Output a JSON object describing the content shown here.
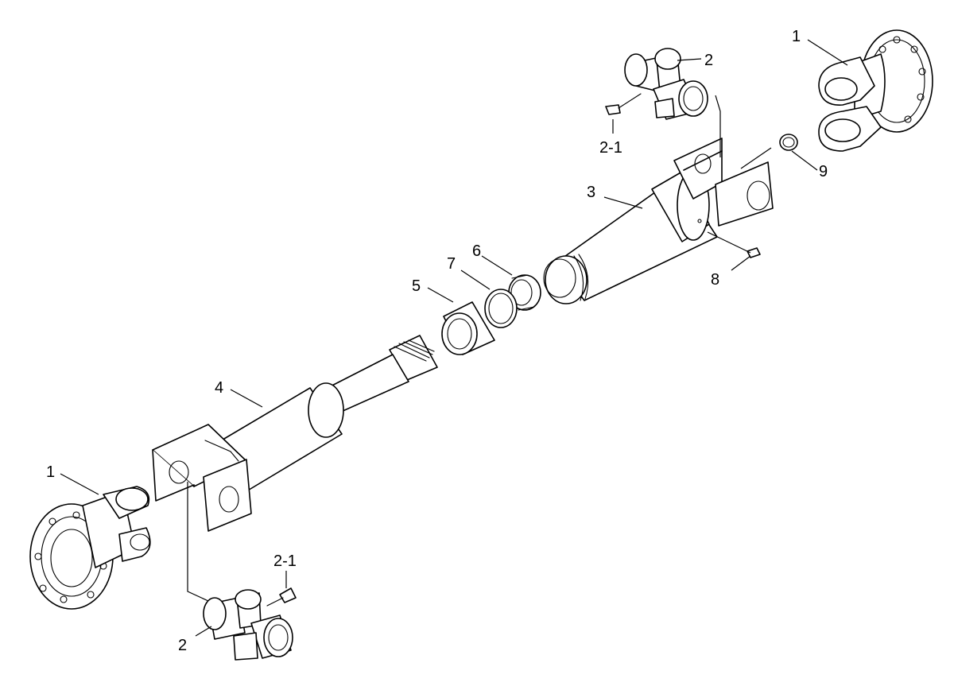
{
  "callouts": {
    "flange_yoke_top": "1",
    "flange_yoke_bottom": "1",
    "cross_top": "2",
    "cross_bottom": "2",
    "grease_fitting_top": "2-1",
    "grease_fitting_bottom": "2-1",
    "sleeve_yoke": "3",
    "shaft_yoke": "4",
    "dust_cap": "5",
    "seal_washer": "6",
    "seal_ring": "7",
    "plug": "8",
    "snap_ring": "9"
  },
  "colors": {
    "line": "#000000",
    "background": "#ffffff"
  }
}
